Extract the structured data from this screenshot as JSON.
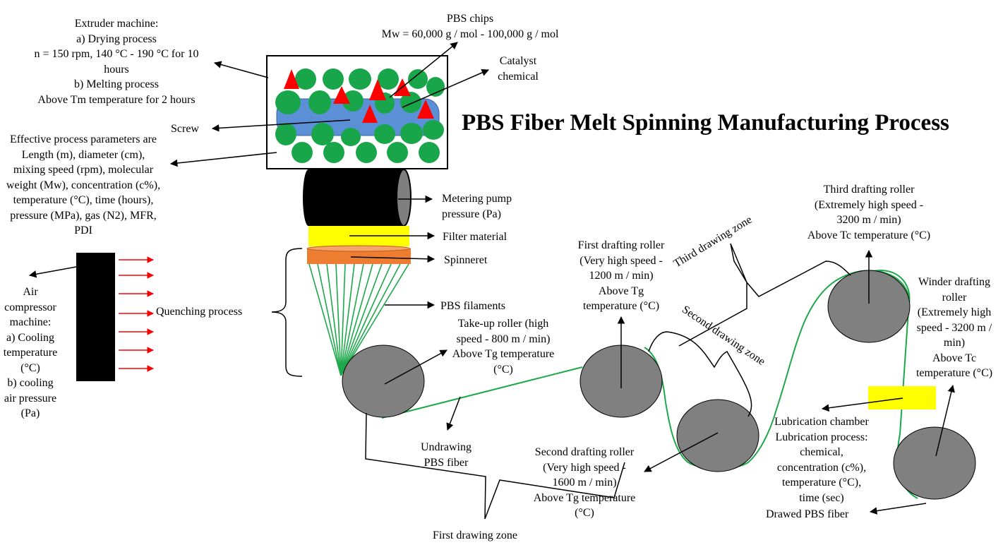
{
  "title": "PBS Fiber Melt Spinning Manufacturing Process",
  "colors": {
    "pellet": "#19a64a",
    "catalyst": "#ff0000",
    "screw": "#5b8fd6",
    "roller": "#808080",
    "fiber": "#1da84a",
    "filter": "#ffff00",
    "spinneret": "#ed7d31",
    "compressor": "#000000",
    "air_arrow": "#ff0000"
  },
  "labels": {
    "extruder": [
      "Extruder machine:",
      "a)   Drying process",
      "n = 150 rpm, 140 °C - 190 °C for 10",
      "hours",
      "b) Melting process",
      "Above Tm temperature for 2 hours"
    ],
    "pbs_chips": [
      "PBS chips",
      "Mw = 60,000 g / mol - 100,000 g / mol"
    ],
    "catalyst": [
      "Catalyst",
      "chemical"
    ],
    "screw": "Screw",
    "parameters": [
      "Effective process parameters are",
      "Length (m), diameter (cm),",
      "mixing speed (rpm), molecular",
      "weight (Mw), concentration (c%),",
      "temperature (°C), time (hours),",
      "pressure (MPa), gas (N2), MFR,",
      "PDI"
    ],
    "metering_pump": [
      "Metering pump",
      "pressure (Pa)"
    ],
    "filter": "Filter material",
    "spinneret": "Spinneret",
    "pbs_filaments": "PBS filaments",
    "quenching": "Quenching process",
    "air_compressor": [
      "Air",
      "compressor",
      "machine:",
      "a) Cooling",
      "temperature",
      "(°C)",
      "b) cooling",
      "air pressure",
      "(Pa)"
    ],
    "take_up": [
      "Take-up roller (high",
      "speed - 800 m / min)",
      "Above Tg temperature",
      "(°C)"
    ],
    "undrawing": [
      "Undrawing",
      "PBS fiber"
    ],
    "first_drawing_zone": "First drawing zone",
    "first_drafting": [
      "First drafting roller",
      "(Very high speed -",
      "1200 m / min)",
      "Above Tg",
      "temperature (°C)"
    ],
    "second_drafting": [
      "Second drafting roller",
      "(Very high speed -",
      "1600 m / min)",
      "Above Tg temperature",
      "(°C)"
    ],
    "third_drawing_zone": "Third drawing zone",
    "second_drawing_zone": "Second drawing zone",
    "third_drafting": [
      "Third drafting roller",
      "(Extremely high speed -",
      "3200 m / min)",
      "Above Tc temperature (°C)"
    ],
    "winder": [
      "Winder drafting",
      "roller",
      "(Extremely high",
      "speed - 3200 m /",
      "min)",
      "Above Tc",
      "temperature (°C)"
    ],
    "lubrication": [
      "Lubrication chamber",
      "Lubrication process:",
      "chemical,",
      "concentration (c%),",
      "temperature (°C),",
      "time (sec)"
    ],
    "drawed": "Drawed PBS fiber"
  }
}
